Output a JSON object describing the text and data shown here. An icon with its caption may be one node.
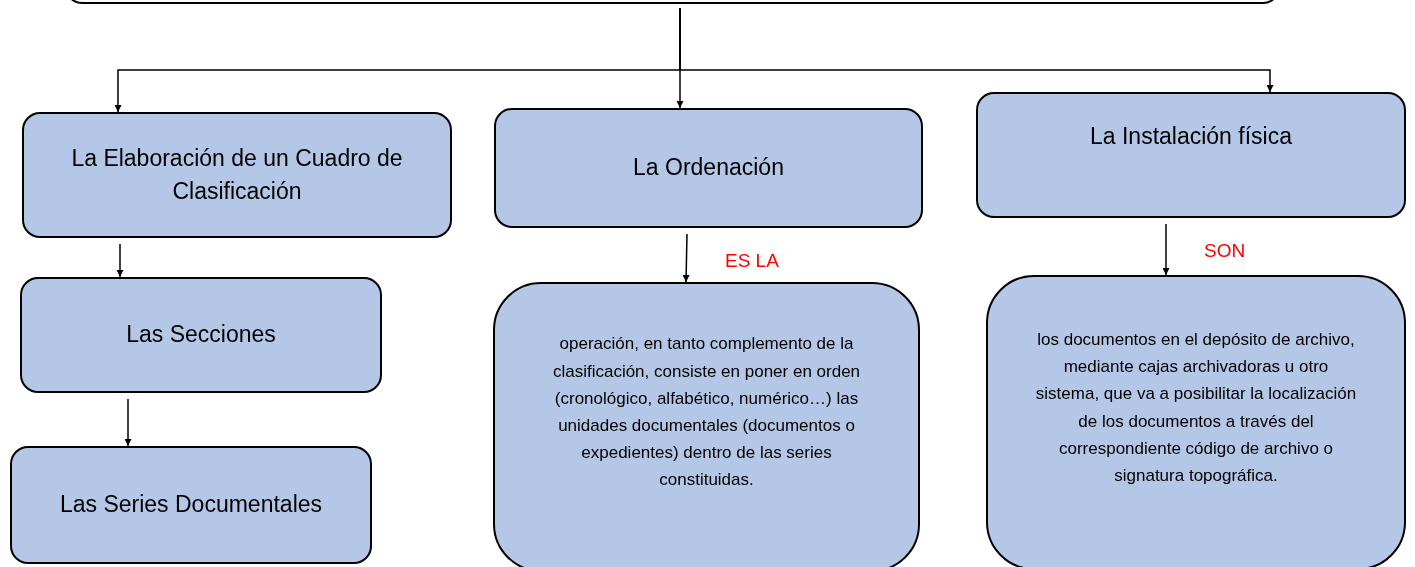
{
  "diagram": {
    "nodes": [
      {
        "text": [],
        "shape": "box"
      },
      {
        "text": [
          "La Elaboración de un Cuadro de Clasificación"
        ]
      },
      {
        "text": [
          "La Ordenación"
        ]
      },
      {
        "text": [
          "La Instalación física"
        ]
      },
      {
        "text": [
          "Las Secciones"
        ]
      },
      {
        "text": [
          "Las Series Documentales"
        ]
      },
      {
        "text": [
          "operación, en tanto complemento de la clasificación, consiste en poner en orden (cronológico, alfabético, numérico…) las unidades documentales (documentos o expedientes) dentro de las series constituidas."
        ]
      },
      {
        "text": [
          "los documentos en el depósito de archivo, mediante cajas archivadoras u otro sistema, que va a posibilitar la localización de los documentos a través del correspondiente código de archivo o signatura topográfica."
        ]
      }
    ],
    "edges": [
      {
        "from": 0,
        "to": 1,
        "arrow": "to"
      },
      {
        "from": 0,
        "to": 2,
        "arrow": "to"
      },
      {
        "from": 0,
        "to": 3,
        "arrow": "to"
      },
      {
        "from": 1,
        "to": 4,
        "arrow": "to"
      },
      {
        "from": 4,
        "to": 5,
        "arrow": "to"
      },
      {
        "from": 2,
        "to": 6,
        "arrow": "to",
        "label": "ES LA"
      },
      {
        "from": 3,
        "to": 7,
        "arrow": "to",
        "label": "SON"
      }
    ]
  }
}
